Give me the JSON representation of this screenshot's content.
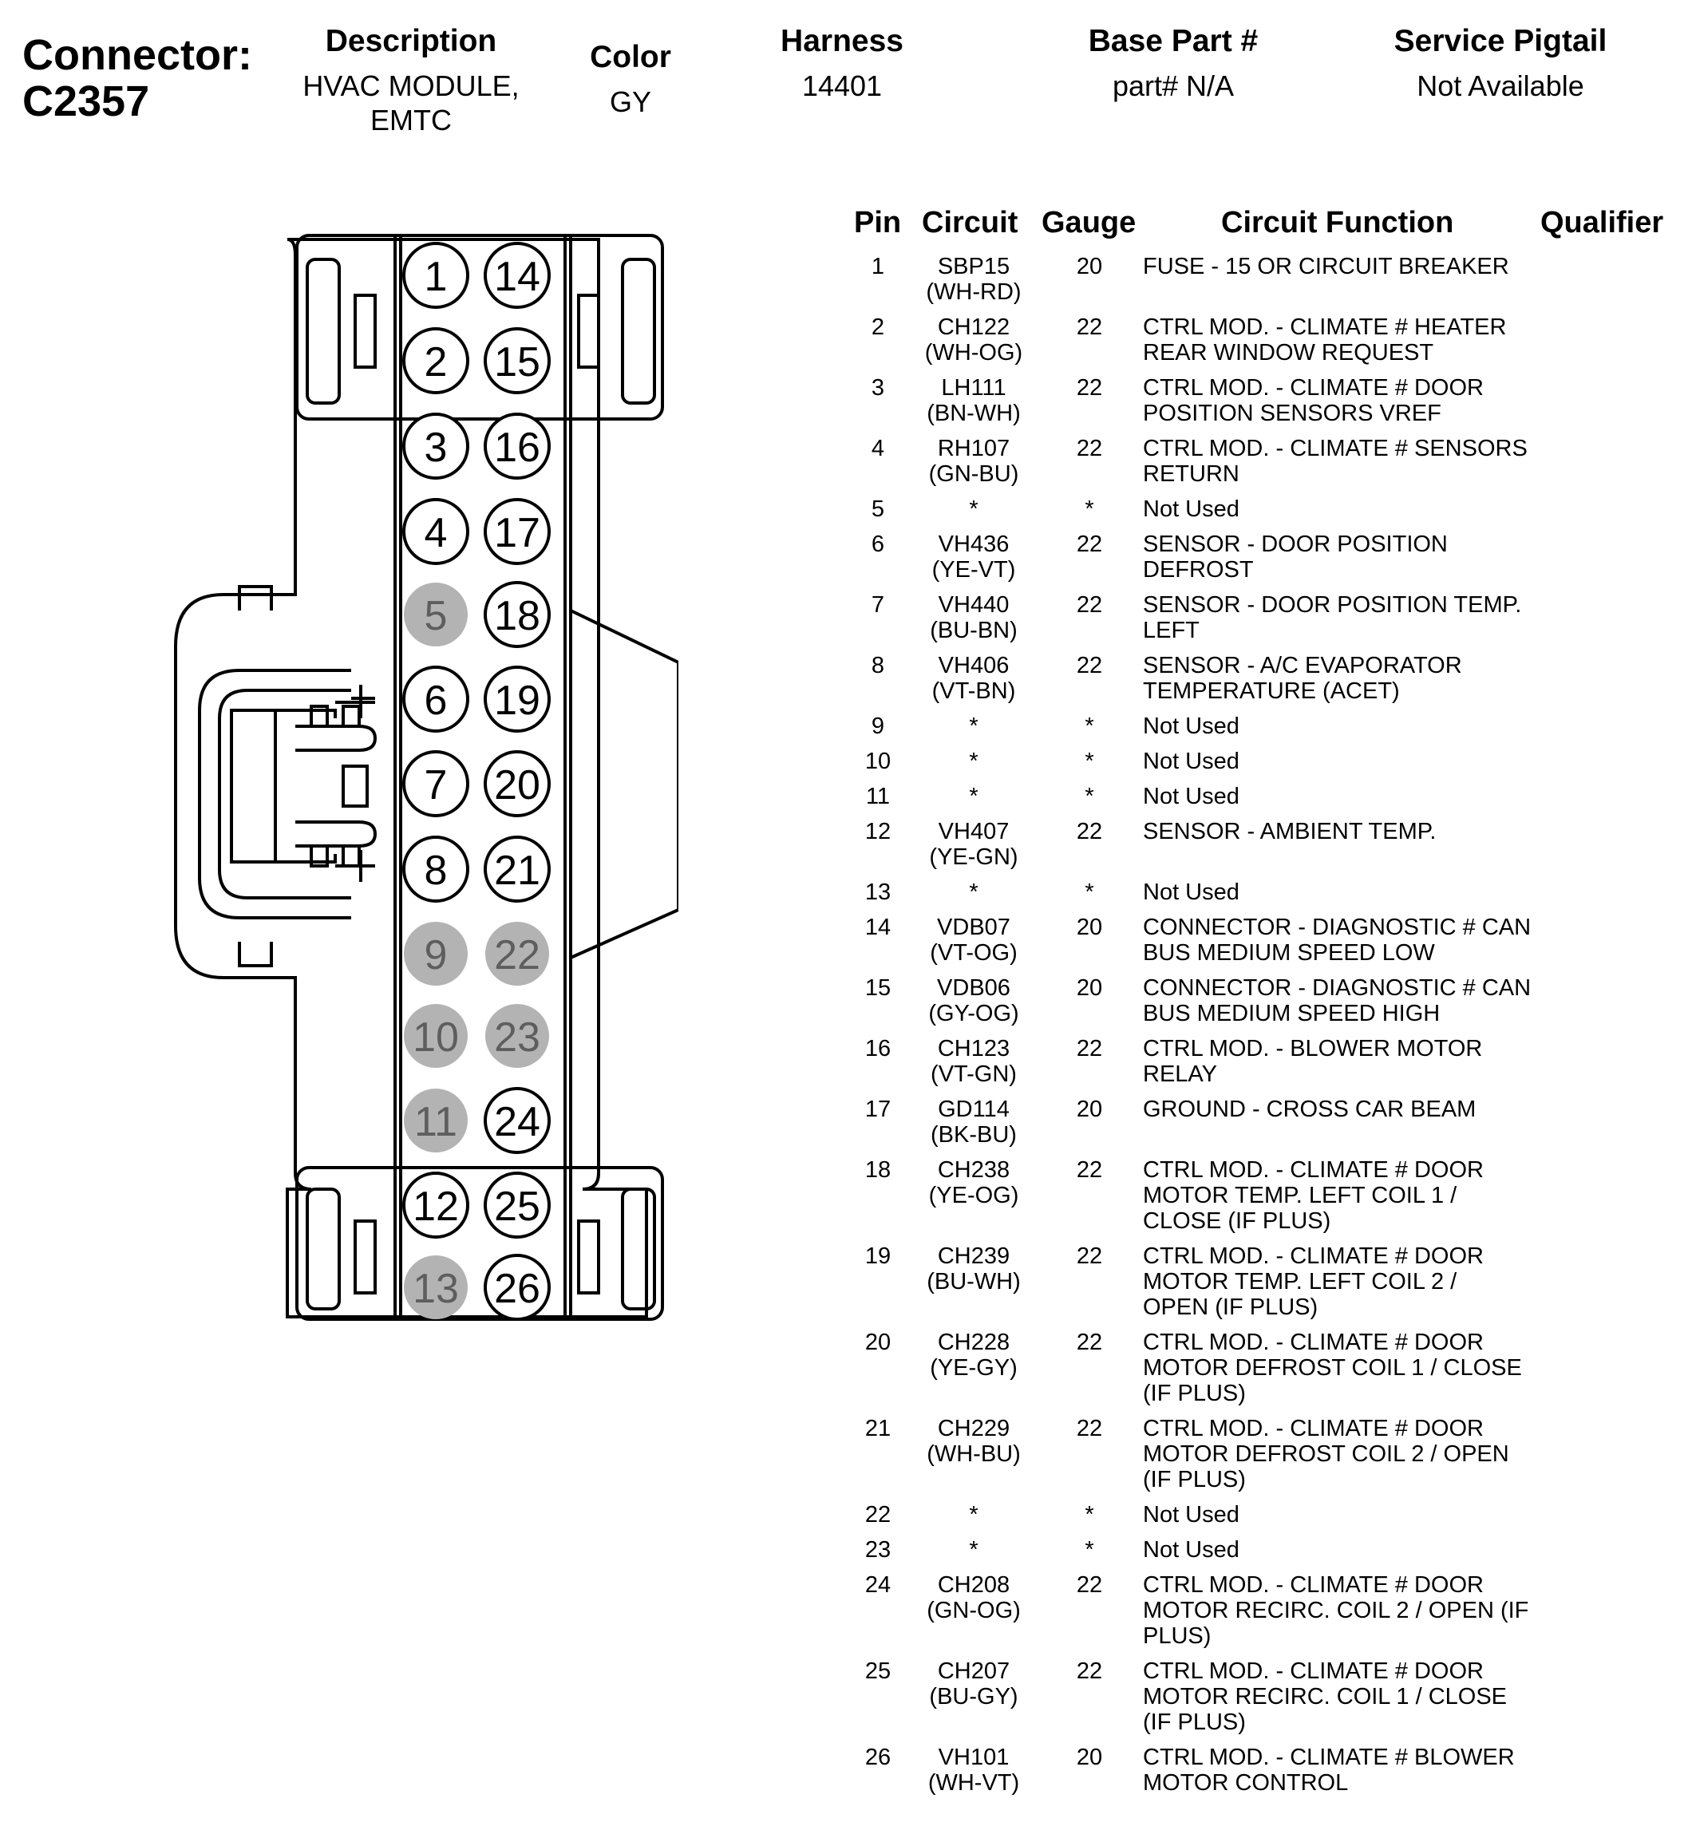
{
  "connector": {
    "label": "Connector:",
    "id": "C2357"
  },
  "header": {
    "description_label": "Description",
    "description_value_line1": "HVAC MODULE,",
    "description_value_line2": "EMTC",
    "color_label": "Color",
    "color_value": "GY",
    "harness_label": "Harness",
    "harness_value": "14401",
    "base_part_label": "Base Part #",
    "base_part_value": "part# N/A",
    "pigtail_label": "Service Pigtail",
    "pigtail_value": "Not Available"
  },
  "table": {
    "headers": {
      "pin": "Pin",
      "circuit": "Circuit",
      "gauge": "Gauge",
      "function": "Circuit Function",
      "qualifier": "Qualifier"
    },
    "rows": [
      {
        "pin": "1",
        "circuit": [
          "SBP15",
          "(WH-RD)"
        ],
        "gauge": "20",
        "function": [
          "FUSE - 15 OR CIRCUIT BREAKER"
        ],
        "qualifier": ""
      },
      {
        "pin": "2",
        "circuit": [
          "CH122",
          "(WH-OG)"
        ],
        "gauge": "22",
        "function": [
          "CTRL MOD. - CLIMATE # HEATER",
          "REAR WINDOW REQUEST"
        ],
        "qualifier": ""
      },
      {
        "pin": "3",
        "circuit": [
          "LH111",
          "(BN-WH)"
        ],
        "gauge": "22",
        "function": [
          "CTRL MOD. - CLIMATE # DOOR",
          "POSITION SENSORS VREF"
        ],
        "qualifier": ""
      },
      {
        "pin": "4",
        "circuit": [
          "RH107",
          "(GN-BU)"
        ],
        "gauge": "22",
        "function": [
          "CTRL MOD. - CLIMATE # SENSORS",
          "RETURN"
        ],
        "qualifier": ""
      },
      {
        "pin": "5",
        "circuit": [
          "*"
        ],
        "gauge": "*",
        "function": [
          "Not Used"
        ],
        "qualifier": ""
      },
      {
        "pin": "6",
        "circuit": [
          "VH436",
          "(YE-VT)"
        ],
        "gauge": "22",
        "function": [
          "SENSOR - DOOR POSITION",
          "DEFROST"
        ],
        "qualifier": ""
      },
      {
        "pin": "7",
        "circuit": [
          "VH440",
          "(BU-BN)"
        ],
        "gauge": "22",
        "function": [
          "SENSOR - DOOR POSITION TEMP.",
          "LEFT"
        ],
        "qualifier": ""
      },
      {
        "pin": "8",
        "circuit": [
          "VH406",
          "(VT-BN)"
        ],
        "gauge": "22",
        "function": [
          "SENSOR - A/C EVAPORATOR",
          "TEMPERATURE (ACET)"
        ],
        "qualifier": ""
      },
      {
        "pin": "9",
        "circuit": [
          "*"
        ],
        "gauge": "*",
        "function": [
          "Not Used"
        ],
        "qualifier": ""
      },
      {
        "pin": "10",
        "circuit": [
          "*"
        ],
        "gauge": "*",
        "function": [
          "Not Used"
        ],
        "qualifier": ""
      },
      {
        "pin": "11",
        "circuit": [
          "*"
        ],
        "gauge": "*",
        "function": [
          "Not Used"
        ],
        "qualifier": ""
      },
      {
        "pin": "12",
        "circuit": [
          "VH407",
          "(YE-GN)"
        ],
        "gauge": "22",
        "function": [
          "SENSOR - AMBIENT TEMP."
        ],
        "qualifier": ""
      },
      {
        "pin": "13",
        "circuit": [
          "*"
        ],
        "gauge": "*",
        "function": [
          "Not Used"
        ],
        "qualifier": ""
      },
      {
        "pin": "14",
        "circuit": [
          "VDB07",
          "(VT-OG)"
        ],
        "gauge": "20",
        "function": [
          "CONNECTOR - DIAGNOSTIC # CAN",
          "BUS MEDIUM SPEED LOW"
        ],
        "qualifier": ""
      },
      {
        "pin": "15",
        "circuit": [
          "VDB06",
          "(GY-OG)"
        ],
        "gauge": "20",
        "function": [
          "CONNECTOR - DIAGNOSTIC # CAN",
          "BUS MEDIUM SPEED HIGH"
        ],
        "qualifier": ""
      },
      {
        "pin": "16",
        "circuit": [
          "CH123",
          "(VT-GN)"
        ],
        "gauge": "22",
        "function": [
          "CTRL MOD. - BLOWER MOTOR",
          "RELAY"
        ],
        "qualifier": ""
      },
      {
        "pin": "17",
        "circuit": [
          "GD114",
          "(BK-BU)"
        ],
        "gauge": "20",
        "function": [
          "GROUND - CROSS CAR BEAM"
        ],
        "qualifier": ""
      },
      {
        "pin": "18",
        "circuit": [
          "CH238",
          "(YE-OG)"
        ],
        "gauge": "22",
        "function": [
          "CTRL MOD. - CLIMATE # DOOR",
          "MOTOR TEMP. LEFT COIL 1 /",
          "CLOSE (IF PLUS)"
        ],
        "qualifier": ""
      },
      {
        "pin": "19",
        "circuit": [
          "CH239",
          "(BU-WH)"
        ],
        "gauge": "22",
        "function": [
          "CTRL MOD. - CLIMATE # DOOR",
          "MOTOR TEMP. LEFT COIL 2 /",
          "OPEN (IF PLUS)"
        ],
        "qualifier": ""
      },
      {
        "pin": "20",
        "circuit": [
          "CH228",
          "(YE-GY)"
        ],
        "gauge": "22",
        "function": [
          "CTRL MOD. - CLIMATE # DOOR",
          "MOTOR DEFROST COIL 1 / CLOSE",
          "(IF PLUS)"
        ],
        "qualifier": ""
      },
      {
        "pin": "21",
        "circuit": [
          "CH229",
          "(WH-BU)"
        ],
        "gauge": "22",
        "function": [
          "CTRL MOD. - CLIMATE # DOOR",
          "MOTOR DEFROST COIL 2 / OPEN",
          "(IF PLUS)"
        ],
        "qualifier": ""
      },
      {
        "pin": "22",
        "circuit": [
          "*"
        ],
        "gauge": "*",
        "function": [
          "Not Used"
        ],
        "qualifier": ""
      },
      {
        "pin": "23",
        "circuit": [
          "*"
        ],
        "gauge": "*",
        "function": [
          "Not Used"
        ],
        "qualifier": ""
      },
      {
        "pin": "24",
        "circuit": [
          "CH208",
          "(GN-OG)"
        ],
        "gauge": "22",
        "function": [
          "CTRL MOD. - CLIMATE # DOOR",
          "MOTOR RECIRC. COIL 2 / OPEN (IF",
          "PLUS)"
        ],
        "qualifier": ""
      },
      {
        "pin": "25",
        "circuit": [
          "CH207",
          "(BU-GY)"
        ],
        "gauge": "22",
        "function": [
          "CTRL MOD. - CLIMATE # DOOR",
          "MOTOR RECIRC. COIL 1 / CLOSE",
          "(IF PLUS)"
        ],
        "qualifier": ""
      },
      {
        "pin": "26",
        "circuit": [
          "VH101",
          "(WH-VT)"
        ],
        "gauge": "20",
        "function": [
          "CTRL MOD. - CLIMATE # BLOWER",
          "MOTOR CONTROL"
        ],
        "qualifier": ""
      }
    ]
  },
  "diagram": {
    "left_column_pins": [
      "1",
      "2",
      "3",
      "4",
      "5",
      "6",
      "7",
      "8",
      "9",
      "10",
      "11",
      "12",
      "13"
    ],
    "right_column_pins": [
      "14",
      "15",
      "16",
      "17",
      "18",
      "19",
      "20",
      "21",
      "22",
      "23",
      "24",
      "25",
      "26"
    ],
    "unused_pins": [
      "5",
      "9",
      "10",
      "11",
      "13",
      "22",
      "23"
    ],
    "colors": {
      "used_pin_fill": "#ffffff",
      "unused_pin_fill": "#b3b3b3",
      "unused_pin_text": "#5e5e5e",
      "outline": "#000000"
    }
  }
}
